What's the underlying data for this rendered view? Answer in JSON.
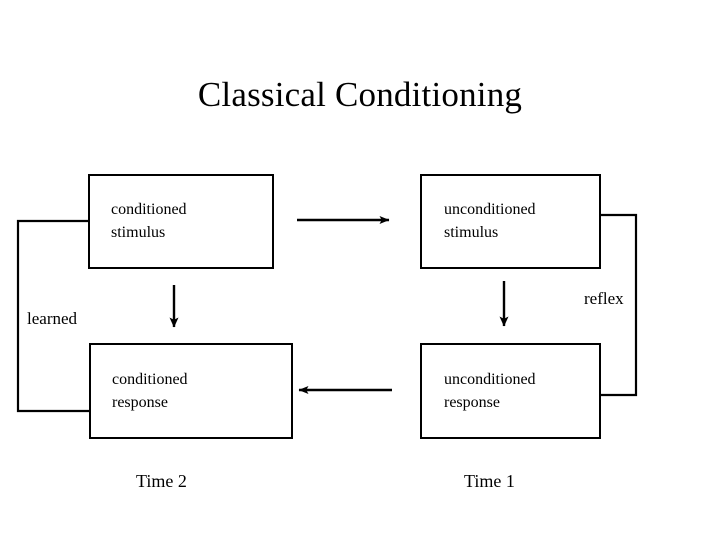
{
  "title": "Classical Conditioning",
  "diagram": {
    "type": "flow-diagram",
    "background_color": "#ffffff",
    "stroke_color": "#000000",
    "nodes": [
      {
        "id": "conditioned-stimulus",
        "line1": "conditioned",
        "line2": "stimulus",
        "column": "left",
        "row": "top"
      },
      {
        "id": "unconditioned-stimulus",
        "line1": "unconditioned",
        "line2": "stimulus",
        "column": "right",
        "row": "top"
      },
      {
        "id": "conditioned-response",
        "line1": "conditioned",
        "line2": "response",
        "column": "left",
        "row": "bottom"
      },
      {
        "id": "unconditioned-response",
        "line1": "unconditioned",
        "line2": "response",
        "column": "right",
        "row": "bottom"
      }
    ],
    "edges": [
      {
        "id": "cs-to-us",
        "from": "conditioned-stimulus",
        "to": "unconditioned-stimulus",
        "direction": "right",
        "arrow": true
      },
      {
        "id": "cs-to-cr",
        "from": "conditioned-stimulus",
        "to": "conditioned-response",
        "direction": "down",
        "arrow": true
      },
      {
        "id": "us-to-ur",
        "from": "unconditioned-stimulus",
        "to": "unconditioned-response",
        "direction": "down",
        "arrow": true
      },
      {
        "id": "ur-to-cr",
        "from": "unconditioned-response",
        "to": "conditioned-response",
        "direction": "left",
        "arrow": true
      },
      {
        "id": "learned-loop",
        "from": "conditioned-stimulus",
        "to": "conditioned-response",
        "direction": "loop-left",
        "arrow": false,
        "label": "learned"
      },
      {
        "id": "reflex-loop",
        "from": "unconditioned-stimulus",
        "to": "unconditioned-response",
        "direction": "loop-right",
        "arrow": false,
        "label": "reflex"
      }
    ],
    "loop_labels": {
      "learned": "learned",
      "reflex": "reflex"
    },
    "time_labels": {
      "left": "Time 2",
      "right": "Time 1"
    }
  }
}
